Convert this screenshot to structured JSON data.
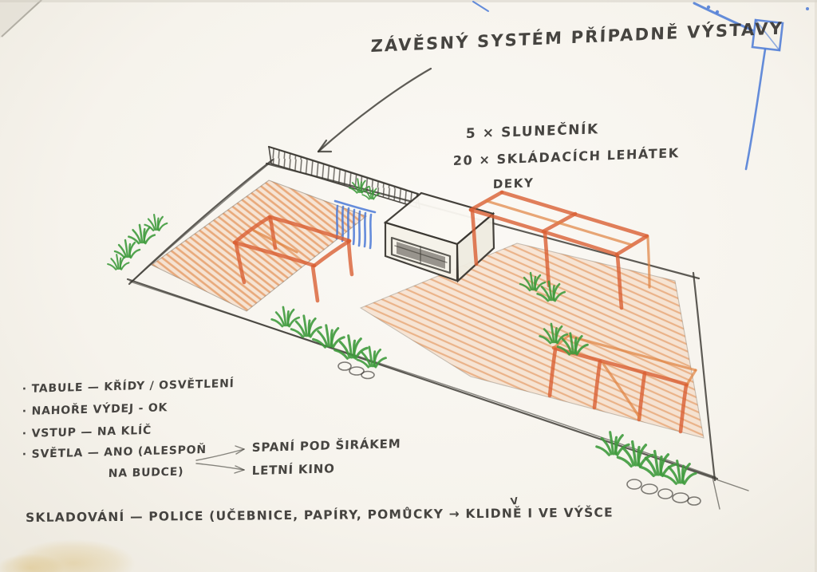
{
  "colors": {
    "paper": "#f7f5f0",
    "pencil": "#3b3832",
    "crayon_orange": "#d95f33",
    "crayon_orange_light": "#e0823f",
    "crayon_orange_fill": "#f3c9a8",
    "grass_green": "#3f9b3d",
    "pen_blue": "#4a79d6"
  },
  "annotations": {
    "hanging_system": "ZÁVĚSNÝ SYSTÉM PŘÍPADNĚ VÝSTAVY",
    "equipment": {
      "umbrellas": "5 × SLUNEČNÍK",
      "loungers": "20 × SKLÁDACÍCH LEHÁTEK",
      "blankets": "DEKY"
    },
    "notes": [
      "· TABULE — KŘÍDY / OSVĚTLENÍ",
      "· NAHOŘE VÝDEJ - OK",
      "· VSTUP — NA KLÍČ",
      "· SVĚTLA — ANO (ALESPOŇ",
      "NA BUDCE)"
    ],
    "arrow_targets": {
      "sleeping": "SPANÍ POD ŠIRÁKEM",
      "cinema": "LETNÍ KINO"
    },
    "storage": "SKLADOVÁNÍ — POLICE (UČEBNICE, PAPÍRY, POMŮCKY → KLIDNĚ I VE VÝŠCE",
    "insertion_mark": "V"
  },
  "sketch": {
    "elements": [
      "hatched-wall",
      "leader-arrow",
      "left-terrace-floor",
      "left-pergola",
      "kiosk-building",
      "kiosk-window",
      "blue-glazing-scribble",
      "right-terrace-floor",
      "upper-right-pergola",
      "lower-right-pergola",
      "grass-tufts",
      "stone-scribbles",
      "plot-outline",
      "blue-corner-doodle",
      "coffee-stain"
    ]
  }
}
